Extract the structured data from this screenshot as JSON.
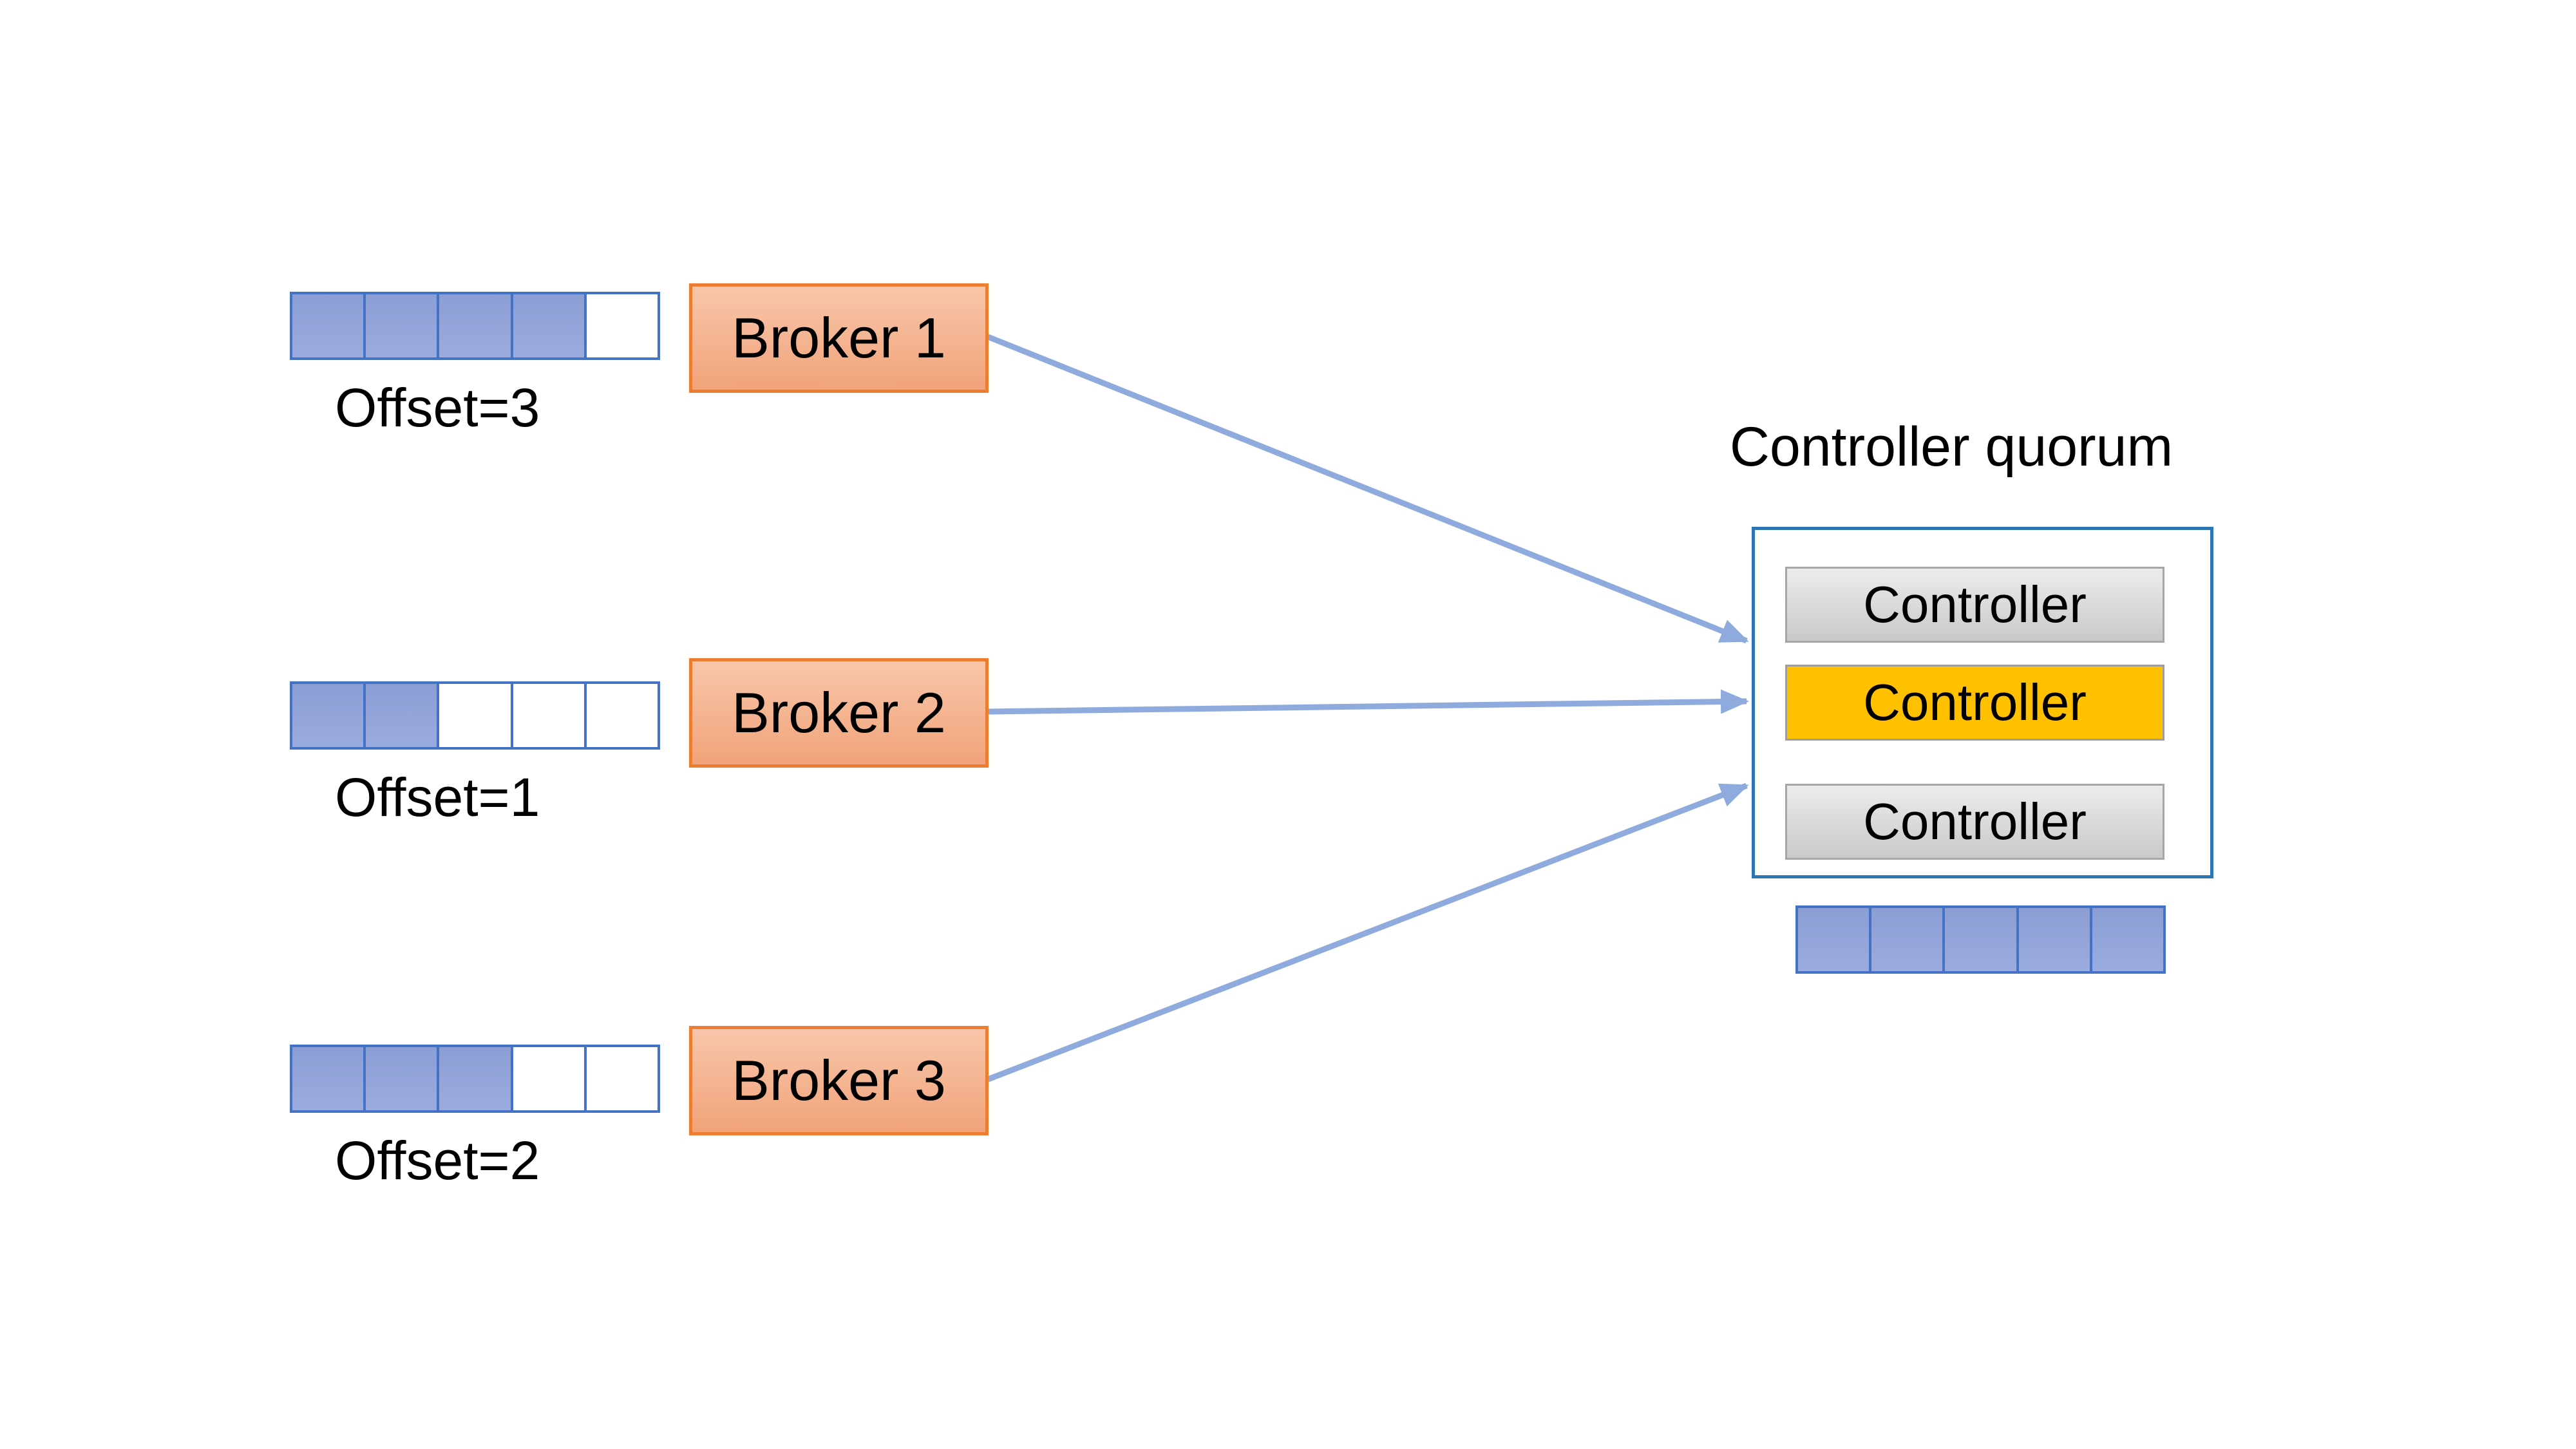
{
  "colors": {
    "background": "#ffffff",
    "text": "#000000",
    "partition_fill_top": "#8b9ed3",
    "partition_fill_bottom": "#9aabdf",
    "partition_border": "#4472c4",
    "partition_empty": "#ffffff",
    "broker_border": "#ed7d31",
    "broker_fill_top": "#f8c6ab",
    "broker_fill_bottom": "#f1a379",
    "controller_gray_top": "#ececec",
    "controller_gray_bottom": "#c9c9c9",
    "controller_gray_border": "#a6a6a6",
    "controller_active_fill": "#ffc000",
    "controller_active_border": "#9e9e9e",
    "quorum_border": "#2e75b6",
    "arrow": "#8faadc"
  },
  "partitions": [
    {
      "offset_label": "Offset=3",
      "filled_cells": 4,
      "total_cells": 5
    },
    {
      "offset_label": "Offset=1",
      "filled_cells": 2,
      "total_cells": 5
    },
    {
      "offset_label": "Offset=2",
      "filled_cells": 3,
      "total_cells": 5
    }
  ],
  "brokers": [
    {
      "label": "Broker 1"
    },
    {
      "label": "Broker 2"
    },
    {
      "label": "Broker 3"
    }
  ],
  "quorum": {
    "title": "Controller quorum",
    "controllers": [
      {
        "label": "Controller",
        "state": "standby"
      },
      {
        "label": "Controller",
        "state": "active"
      },
      {
        "label": "Controller",
        "state": "standby"
      }
    ],
    "metadata_log": {
      "filled_cells": 5,
      "total_cells": 5
    }
  }
}
